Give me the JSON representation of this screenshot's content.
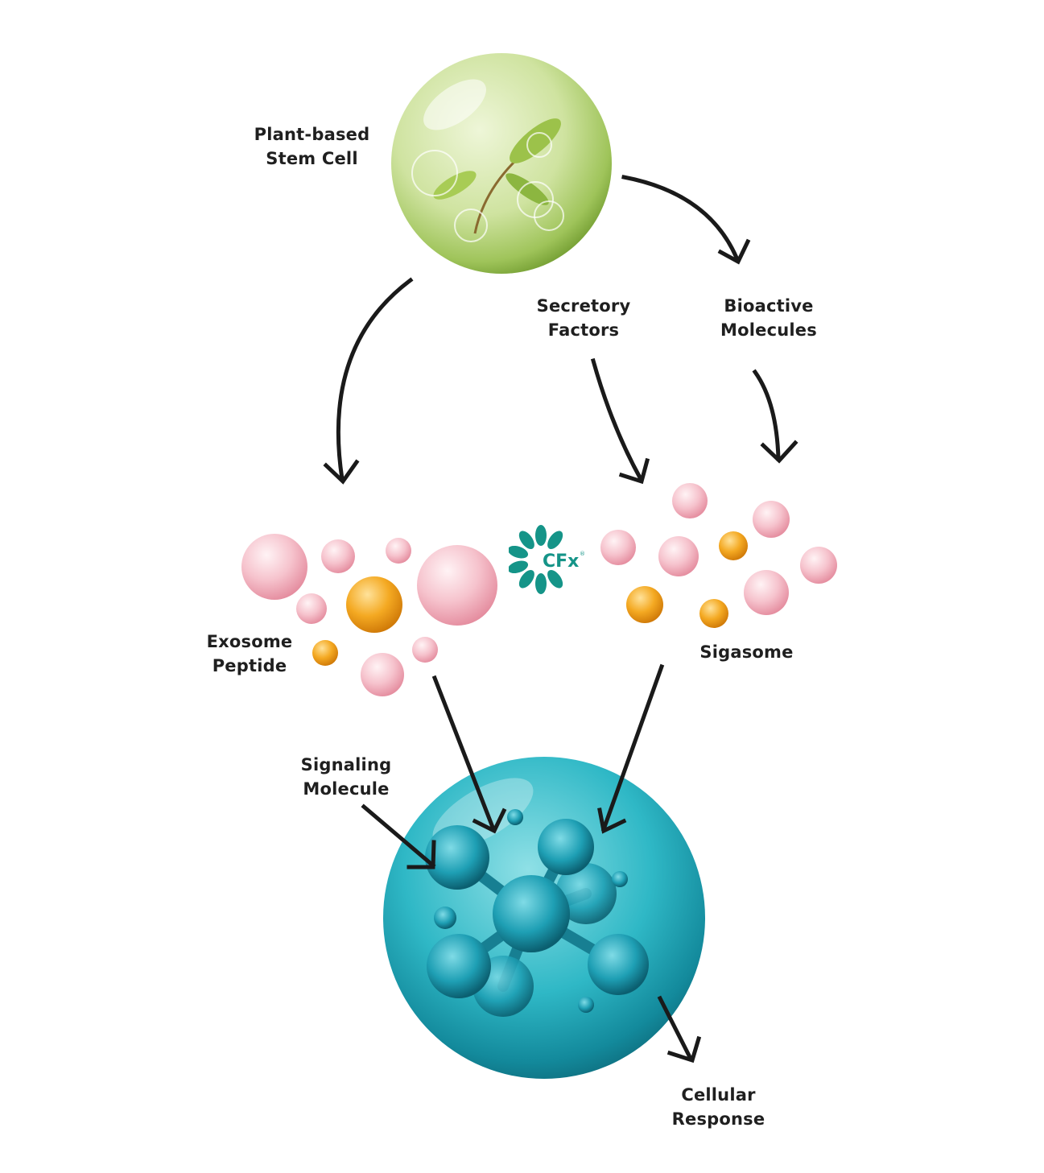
{
  "title": "Plant-based stem cell signaling pathway",
  "nodes": {
    "stem_cell": {
      "line1": "Plant-based",
      "line2": "Stem Cell"
    },
    "secretory": {
      "line1": "Secretory",
      "line2": "Factors"
    },
    "bioactive": {
      "line1": "Bioactive",
      "line2": "Molecules"
    },
    "exosome": {
      "line1": "Exosome",
      "line2": "Peptide"
    },
    "sigasome": {
      "line1": "Sigasome"
    },
    "signaling": {
      "line1": "Signaling",
      "line2": "Molecule"
    },
    "cellular": {
      "line1": "Cellular",
      "line2": "Response"
    }
  },
  "logo": {
    "text": "CFx",
    "mark": "®"
  },
  "colors": {
    "arrow": "#1a1a1a",
    "teal": "#159488",
    "pink": "#f2aab8",
    "orange": "#f0a020",
    "green": "#a9cc6a",
    "cyan": "#1fb3c4"
  }
}
